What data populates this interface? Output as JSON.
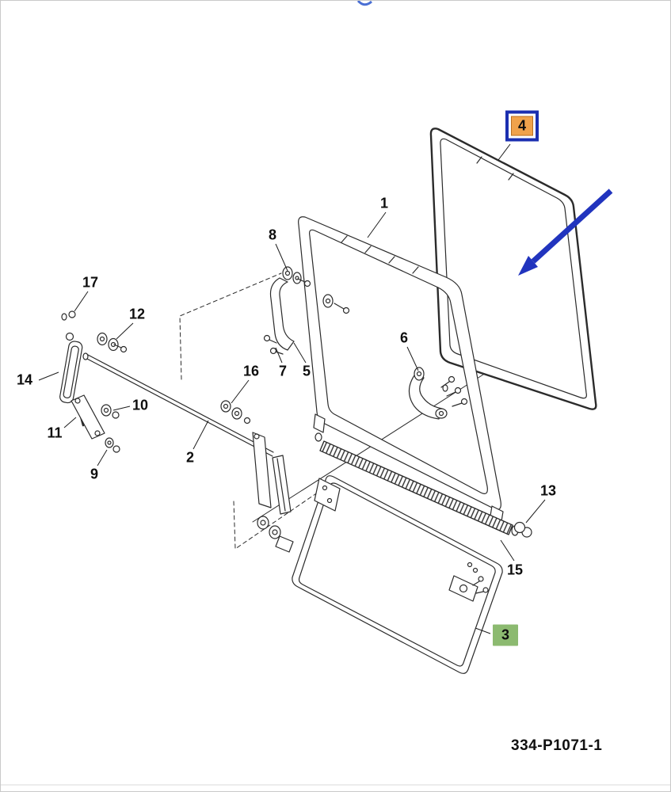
{
  "diagram": {
    "code": "334-P1071-1"
  },
  "callouts": {
    "c1": "1",
    "c2": "2",
    "c3": "3",
    "c4": "4",
    "c5": "5",
    "c6": "6",
    "c7": "7",
    "c8": "8",
    "c9": "9",
    "c10": "10",
    "c11": "11",
    "c12": "12",
    "c13": "13",
    "c14": "14",
    "c15": "15",
    "c16": "16",
    "c17": "17"
  },
  "colors": {
    "selected_callout_fill": "#F0A24B",
    "selected_callout_frame": "#1B2FB0",
    "secondary_callout_fill": "#8CBA70",
    "arrow": "#2134BE",
    "line_art": "#2b2b2b"
  }
}
